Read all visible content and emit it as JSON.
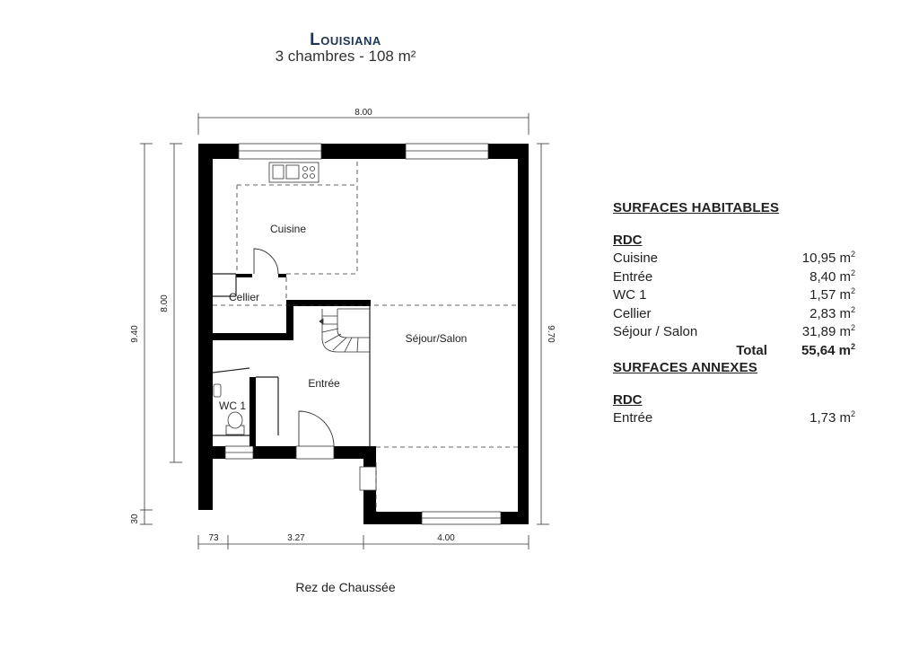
{
  "title": {
    "name": "Louisiana",
    "subtitle": "3 chambres - 108 m²"
  },
  "plan": {
    "dimensions": {
      "top_width": "8.00",
      "left_outer": "9.40",
      "left_inner": "8.00",
      "left_small": "30",
      "right_height": "9.70",
      "bottom_a": "73",
      "bottom_b": "3.27",
      "bottom_c": "4.00"
    },
    "rooms": {
      "cuisine": "Cuisine",
      "cellier": "Cellier",
      "sejour": "Séjour/Salon",
      "entree": "Entrée",
      "wc": "WC 1"
    },
    "caption": "Rez de Chaussée"
  },
  "surfaces": {
    "habitables": {
      "heading": "SURFACES HABITABLES",
      "level": "RDC",
      "items": [
        {
          "label": "Cuisine",
          "value": "10,95 m",
          "unit_sup": "2"
        },
        {
          "label": "Entrée",
          "value": "8,40 m",
          "unit_sup": "2"
        },
        {
          "label": "WC 1",
          "value": "1,57 m",
          "unit_sup": "2"
        },
        {
          "label": "Cellier",
          "value": "2,83 m",
          "unit_sup": "2"
        },
        {
          "label": "Séjour / Salon",
          "value": "31,89 m",
          "unit_sup": "2"
        }
      ],
      "total_label": "Total",
      "total_value": "55,64 m",
      "total_sup": "2"
    },
    "annexes": {
      "heading": "SURFACES ANNEXES",
      "level": "RDC",
      "items": [
        {
          "label": "Entrée",
          "value": "1,73 m",
          "unit_sup": "2"
        }
      ]
    }
  }
}
